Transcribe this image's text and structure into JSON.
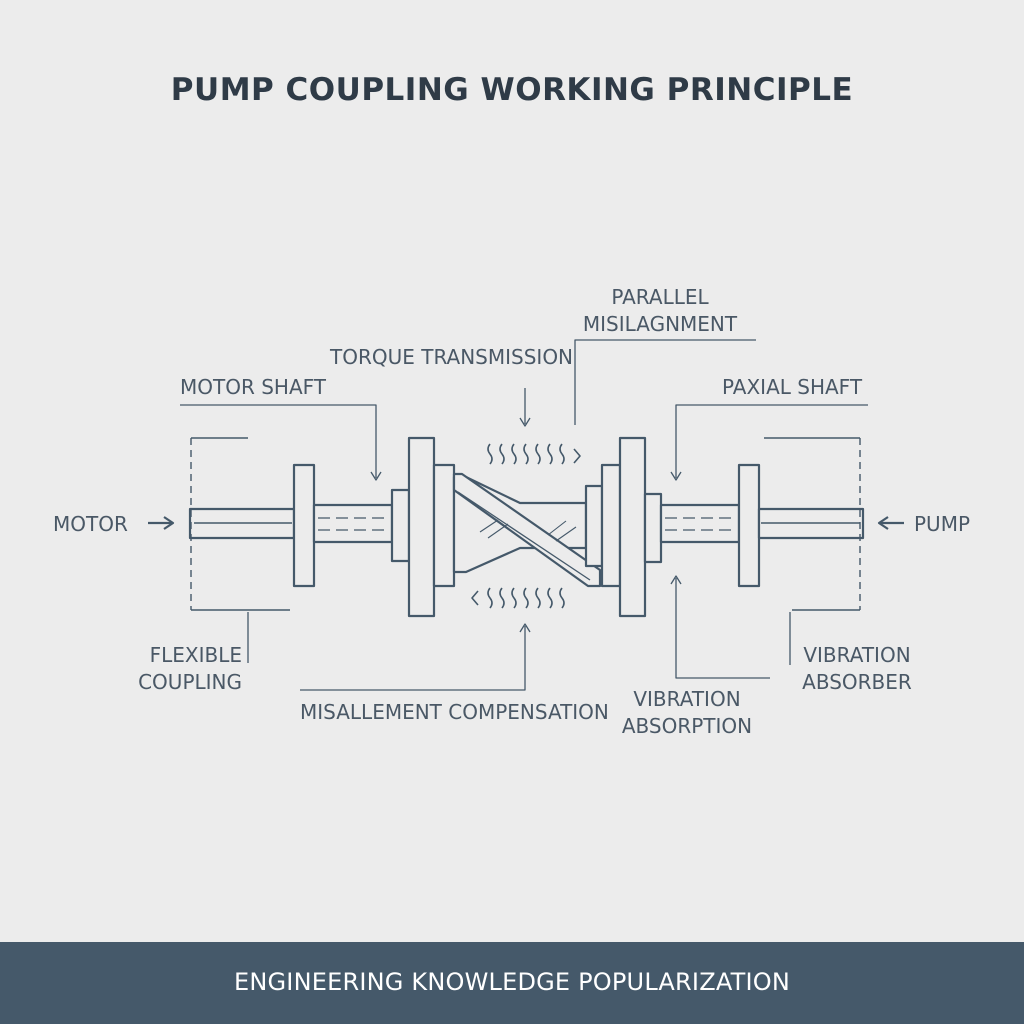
{
  "title": "PUMP COUPLING WORKING PRINCIPLE",
  "labels": {
    "motor": "MOTOR",
    "pump": "PUMP",
    "motor_shaft": "MOTOR SHAFT",
    "torque_transmission": "TORQUE TRANSMISSION",
    "parallel_misalignment_line1": "PARALLEL",
    "parallel_misalignment_line2": "MISILAGNMENT",
    "paxial_shaft": "PAXIAL SHAFT",
    "flexible_coupling_line1": "FLEXIBLE",
    "flexible_coupling_line2": "COUPLING",
    "misalignment_compensation": "MISALLEMENT COMPENSATION",
    "vibration_absorption_line1": "VIBRATION",
    "vibration_absorption_line2": "ABSORPTION",
    "vibration_absorber_line1": "VIBRATION",
    "vibration_absorber_line2": "ABSORBER"
  },
  "footer": "ENGINEERING KNOWLEDGE POPULARIZATION",
  "colors": {
    "background": "#ececec",
    "line": "#45596a",
    "footer_bg": "#45596a",
    "title": "#2f3b47"
  }
}
